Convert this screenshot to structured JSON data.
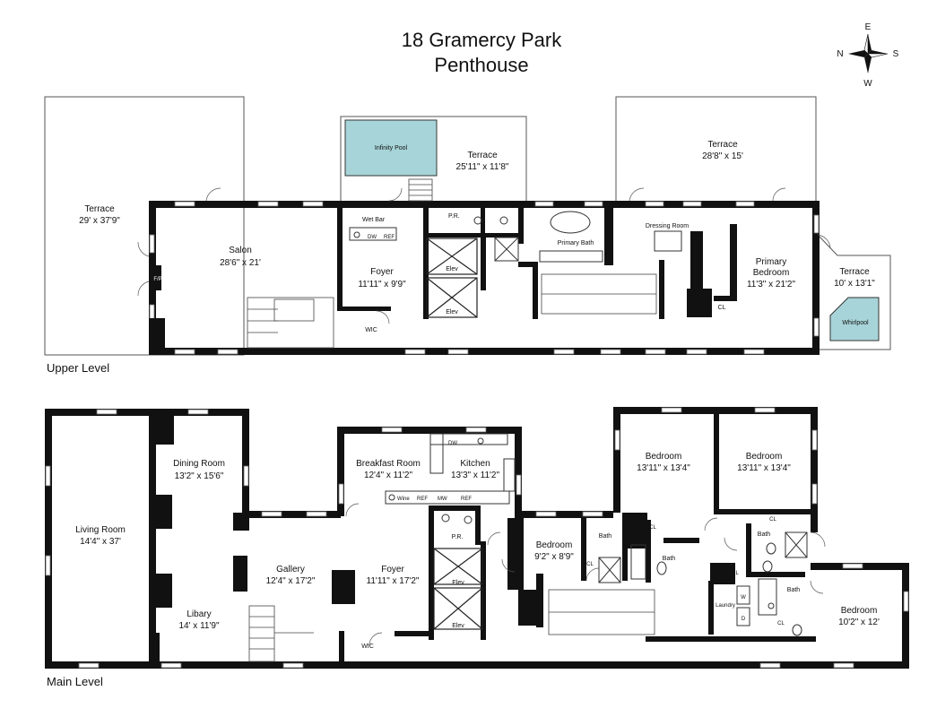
{
  "title": {
    "line1": "18 Gramercy Park",
    "line2": "Penthouse"
  },
  "compass": {
    "n": "N",
    "e": "E",
    "s": "S",
    "w": "W"
  },
  "levels": {
    "upper": "Upper Level",
    "main": "Main Level"
  },
  "upper": {
    "terrace_west": {
      "name": "Terrace",
      "dim": "29' x 37'9\""
    },
    "infinity_pool": "Infinity Pool",
    "terrace_mid": {
      "name": "Terrace",
      "dim": "25'11\" x 11'8\""
    },
    "terrace_east": {
      "name": "Terrace",
      "dim": "28'8\" x 15'"
    },
    "salon": {
      "name": "Salon",
      "dim": "28'6\" x 21'"
    },
    "fp": "F/P",
    "wet_bar": "Wet Bar",
    "dw": "DW",
    "ref": "REF",
    "pr": "P.R.",
    "foyer": {
      "name": "Foyer",
      "dim": "11'11\" x 9'9\""
    },
    "elev1": "Elev",
    "elev2": "Elev",
    "wic": "WIC",
    "primary_bath": "Primary Bath",
    "dressing_room": "Dressing Room",
    "primary_bedroom": {
      "line1": "Primary",
      "line2": "Bedroom",
      "dim": "11'3\" x 21'2\""
    },
    "cl": "CL",
    "terrace_small": {
      "name": "Terrace",
      "dim": "10' x 13'1\""
    },
    "whirlpool": "Whirlpool"
  },
  "main": {
    "living_room": {
      "name": "Living Room",
      "dim": "14'4\" x 37'"
    },
    "dining_room": {
      "name": "Dining Room",
      "dim": "13'2\" x 15'6\""
    },
    "library": {
      "name": "Libary",
      "dim": "14' x 11'9\""
    },
    "gallery": {
      "name": "Gallery",
      "dim": "12'4\" x 17'2\""
    },
    "foyer": {
      "name": "Foyer",
      "dim": "11'11\" x 17'2\""
    },
    "breakfast_room": {
      "name": "Breakfast Room",
      "dim": "12'4\" x 11'2\""
    },
    "kitchen": {
      "name": "Kitchen",
      "dim": "13'3\" x 11'2\""
    },
    "dw": "DW",
    "wine": "Wine",
    "ref1": "REF",
    "mw": "MW",
    "ref2": "REF",
    "pr": "P.R.",
    "elev1": "Elev",
    "elev2": "Elev",
    "wic": "WIC",
    "bedroom1": {
      "name": "Bedroom",
      "dim": "13'11\" x 13'4\""
    },
    "bedroom2": {
      "name": "Bedroom",
      "dim": "13'11\" x 13'4\""
    },
    "bedroom3": {
      "name": "Bedroom",
      "dim": "9'2\" x 8'9\""
    },
    "bedroom4": {
      "name": "Bedroom",
      "dim": "10'2\" x 12'"
    },
    "bath1": "Bath",
    "bath2": "Bath",
    "bath3": "Bath",
    "bath4": "Bath",
    "cl1": "CL",
    "cl2": "CL",
    "cl3": "CL",
    "cl4": "CL",
    "cl5": "CL",
    "laundry": "Laundry",
    "w": "W",
    "d": "D"
  }
}
